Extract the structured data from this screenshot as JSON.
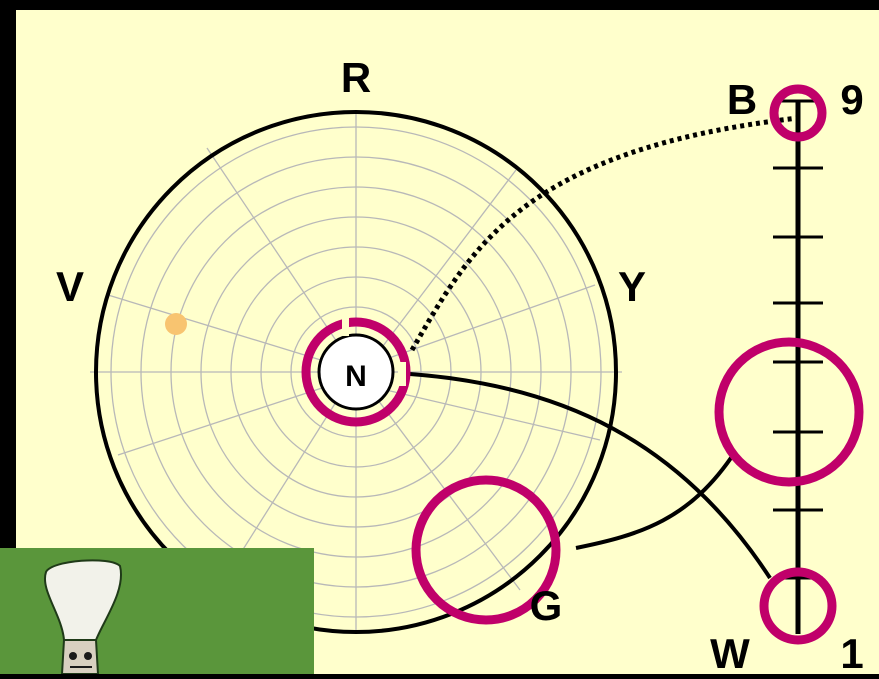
{
  "diagram": {
    "labels": {
      "top": "R",
      "left": "V",
      "right": "Y",
      "lower_right": "G",
      "center": "N",
      "scale_top_left": "B",
      "scale_top_right": "9",
      "scale_bottom_left": "W",
      "scale_bottom_right": "1"
    },
    "colors": {
      "background": "#ffffcc",
      "frame": "#000000",
      "grid": "#b8b8b8",
      "highlight_ring": "#c0006a",
      "dot": "#f8c470",
      "center_disk": "#ffffff",
      "thumbnail_green": "#5e9a3e"
    }
  }
}
